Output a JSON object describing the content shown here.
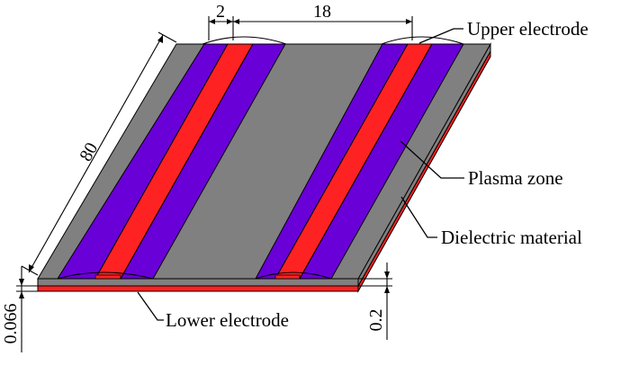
{
  "labels": {
    "upper_electrode": "Upper electrode",
    "plasma_zone": "Plasma zone",
    "dielectric_material": "Dielectric material",
    "lower_electrode": "Lower electrode"
  },
  "dimensions": {
    "electrode_width": "2",
    "electrode_gap": "18",
    "length": "80",
    "lower_thickness": "0.066",
    "dielectric_thickness": "0.2"
  },
  "colors": {
    "dielectric": "#808080",
    "electrode": "#ff2222",
    "plasma": "#6a00d8",
    "edge": "#000000"
  }
}
